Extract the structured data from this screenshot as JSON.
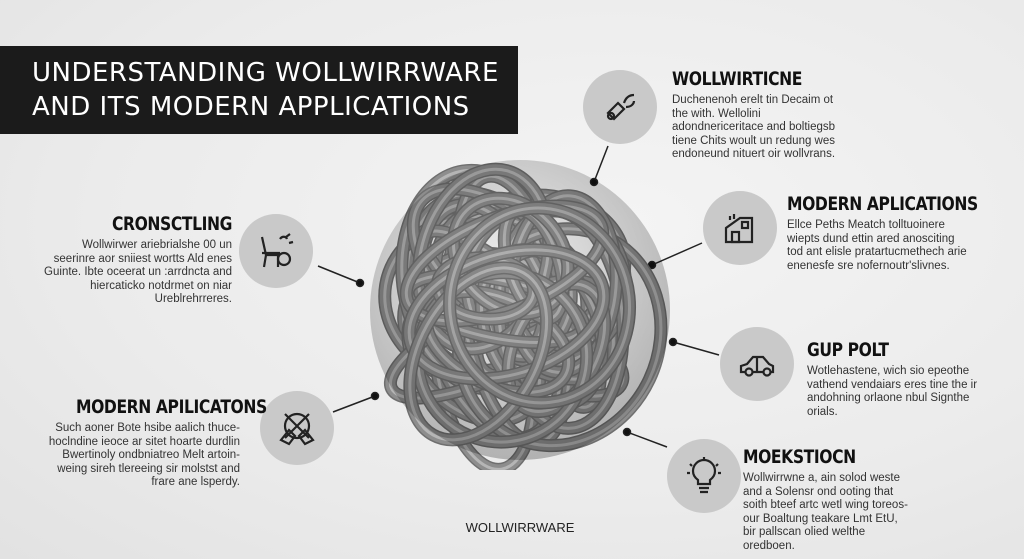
{
  "title": {
    "line1": "UNDERSTANDING WOLLWIRRWARE",
    "line2": "AND ITS MODERN APPLICATIONS"
  },
  "sections": [
    {
      "id": "wollwirticne",
      "icon": "wrench-leaf-icon",
      "title": "WOLLWIRTICNE",
      "body": "Duchenenoh erelt tin Decaim ot the with. Wellolini adondnericeritace and boltiegsb tiene Chits woult un redung wes endoneund nituert oir wollvrans."
    },
    {
      "id": "modern-aplications",
      "icon": "house-icon",
      "title": "MODERN APLICATIONS",
      "body": "Ellce Peths Meatch tolltuoinere wiepts dund ettin ared anosciting tod ant elisle pratartucmethech arie enenesfe sre nofernoutr'slivnes."
    },
    {
      "id": "cronsctling",
      "icon": "chair-yarn-icon",
      "title": "CRONSCTLING",
      "body": "Wollwirwer ariebrialshe 00 un seerinre aor sniiest wortts Ald enes Guinte. Ibte oceerat un :arrdncta and hiercaticko notdrmet on niar Ureblrehrreres."
    },
    {
      "id": "modern-apilicatons",
      "icon": "hands-yarn-icon",
      "title": "MODERN APILICATONS",
      "body": "Such aoner Bote hsibe aalich thuce-hoclndine ieoce ar sitet hoarte durdlin Bwertinoly ondbniatreo Melt artoin-weing sireh tlereeing sir molstst and frare ane lsperdy."
    },
    {
      "id": "gup-polt",
      "icon": "car-icon",
      "title": "GUP POLT",
      "body": "Wotlehastene, wich sio epeothe vathend vendaiars eres tine the ir andohning orlaone nbul Signthe orials."
    },
    {
      "id": "moekstiocn",
      "icon": "lightbulb-icon",
      "title": "MOEKSTIOCN",
      "body": "Wollwirrwne a, ain solod weste and a Solensr ond ooting that soith bteef artc wetl wing toreos-our Boaltung teakare Lmt EtU, bir pallscan olied welthe oredboen."
    }
  ],
  "footer": "WOLLWIRRWARE",
  "colors": {
    "title_bg": "#1b1b1b",
    "circle": "#c9c9c9",
    "yarn": "#8d8d8d"
  }
}
